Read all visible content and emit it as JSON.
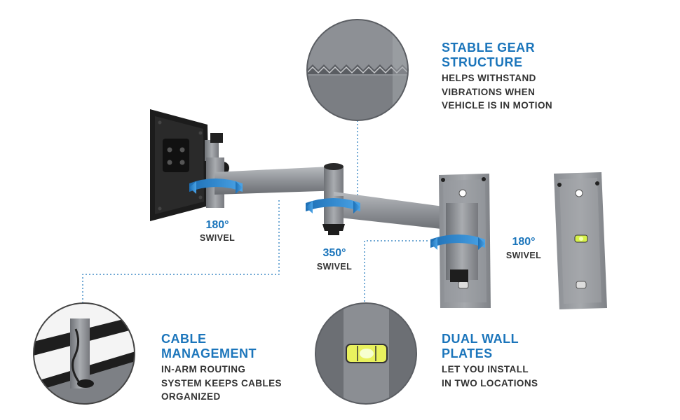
{
  "features": {
    "gear": {
      "title": "STABLE GEAR\nSTRUCTURE",
      "description": "HELPS WITHSTAND\nVIBRATIONS WHEN\nVEHICLE IS IN MOTION"
    },
    "cable": {
      "title": "CABLE\nMANAGEMENT",
      "description": "IN-ARM ROUTING\nSYSTEM KEEPS CABLES\nORGANIZED"
    },
    "plates": {
      "title": "DUAL WALL\nPLATES",
      "description": "LET YOU INSTALL\nIN TWO LOCATIONS"
    }
  },
  "swivels": [
    {
      "degrees": "180°",
      "label": "SWIVEL"
    },
    {
      "degrees": "350°",
      "label": "SWIVEL"
    },
    {
      "degrees": "180°",
      "label": "SWIVEL"
    }
  ],
  "colors": {
    "accent": "#1b75bb",
    "text": "#333333",
    "metal": "#8e9196",
    "bracket": "#1c1c1c"
  }
}
